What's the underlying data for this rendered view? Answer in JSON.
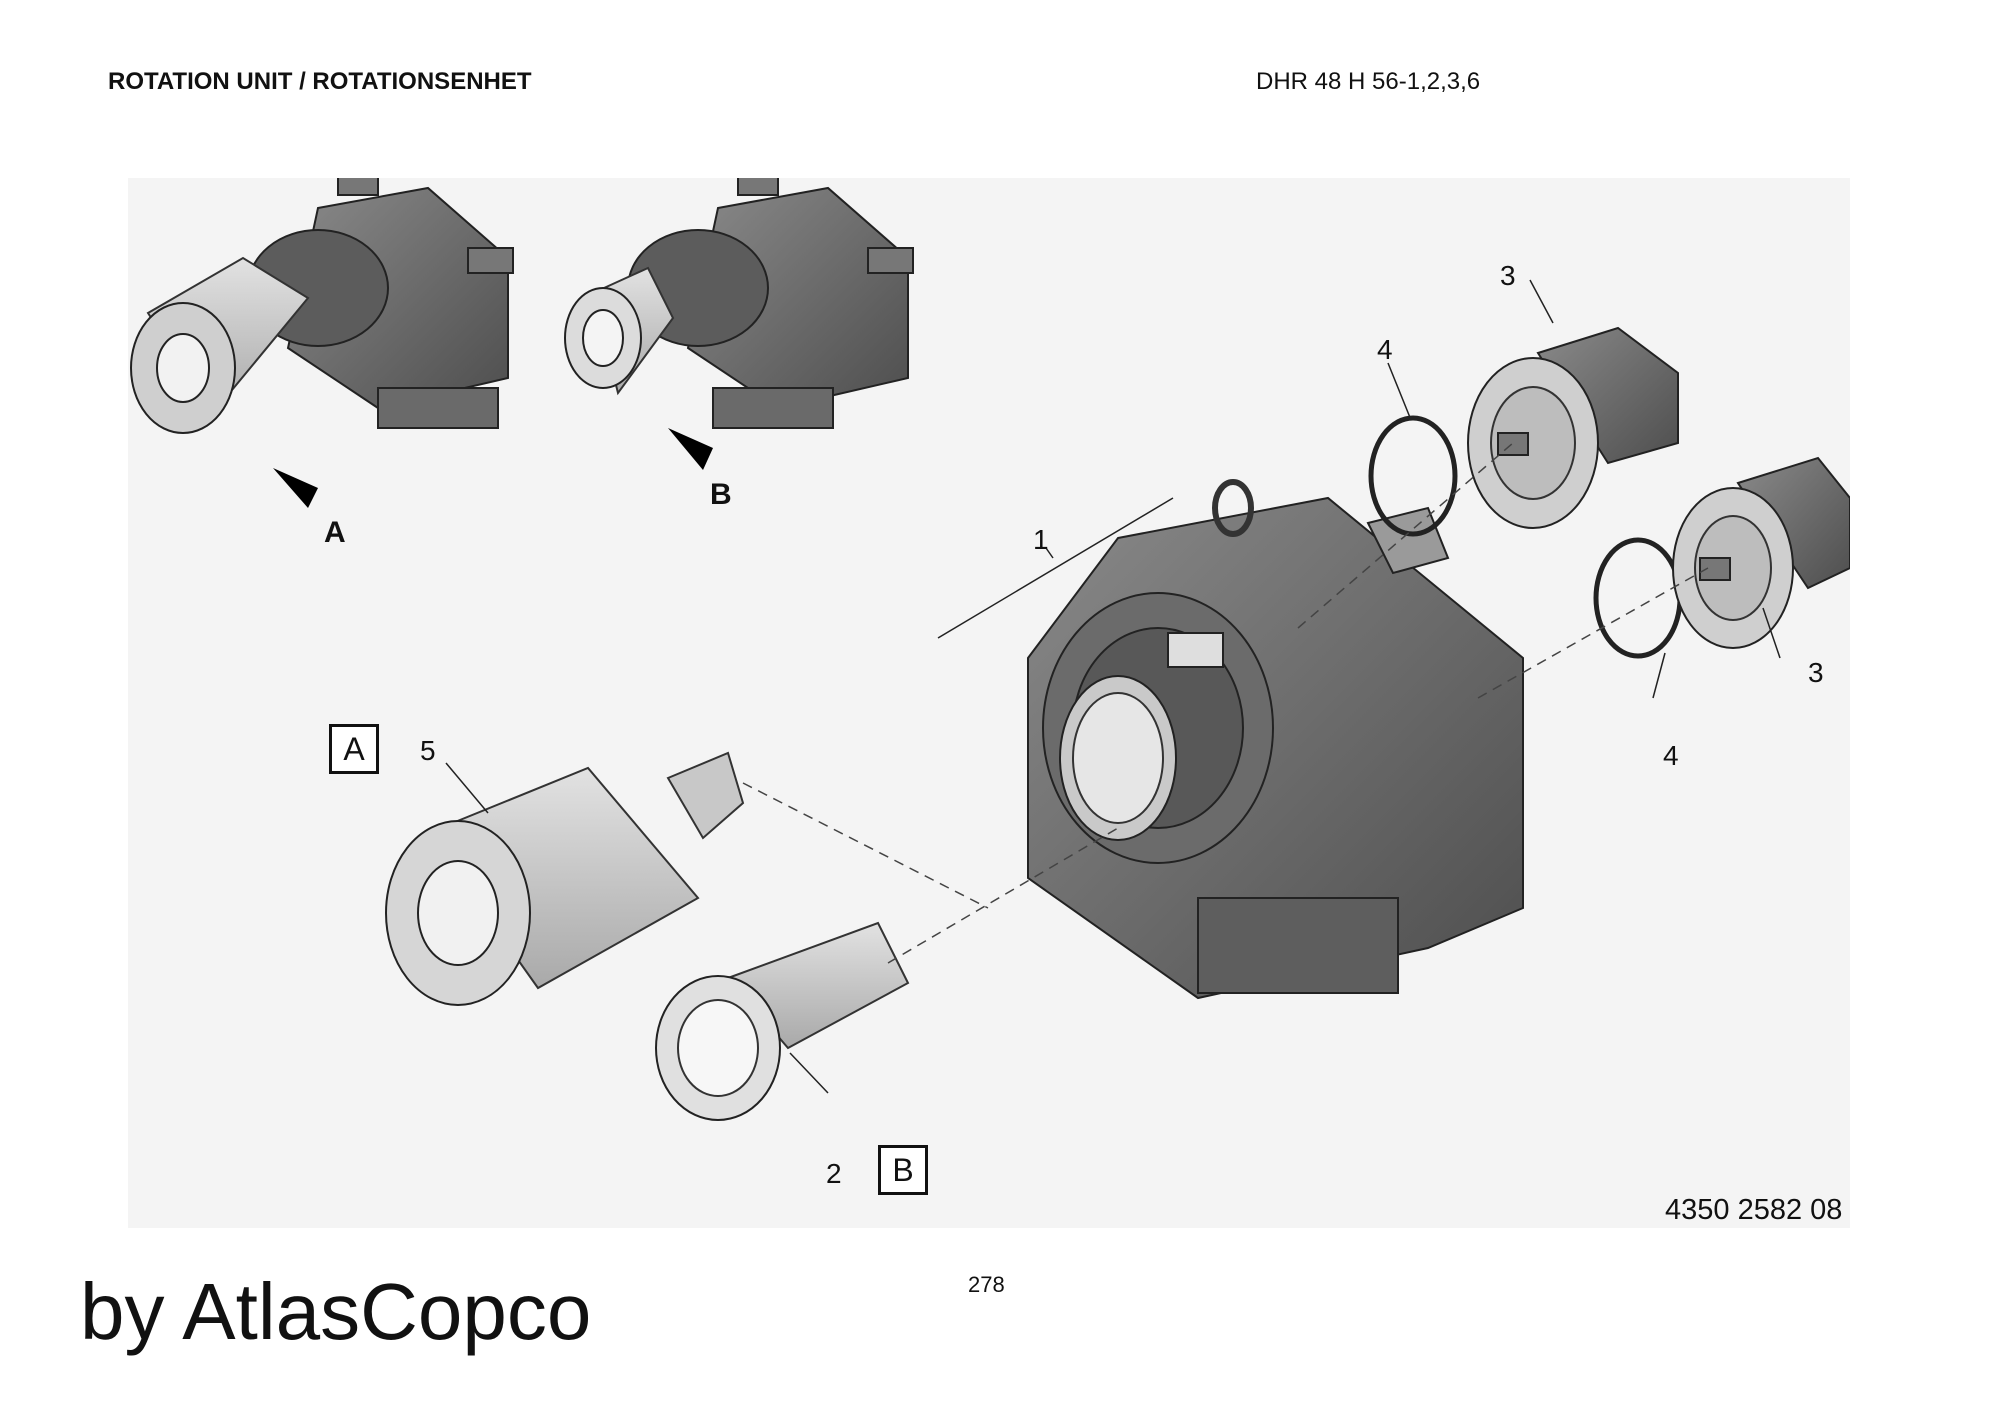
{
  "header": {
    "title": "ROTATION UNIT / ROTATIONSENHET",
    "model": "DHR 48 H 56-1,2,3,6"
  },
  "view_labels": [
    "A",
    "B"
  ],
  "callouts": {
    "c1": "1",
    "c2": "2",
    "c3a": "3",
    "c3b": "3",
    "c4a": "4",
    "c4b": "4",
    "c5": "5"
  },
  "boxed": {
    "a": "A",
    "b": "B"
  },
  "part_number": "4350 2582 08",
  "page_number": "278",
  "watermark": "by AtlasCopco"
}
